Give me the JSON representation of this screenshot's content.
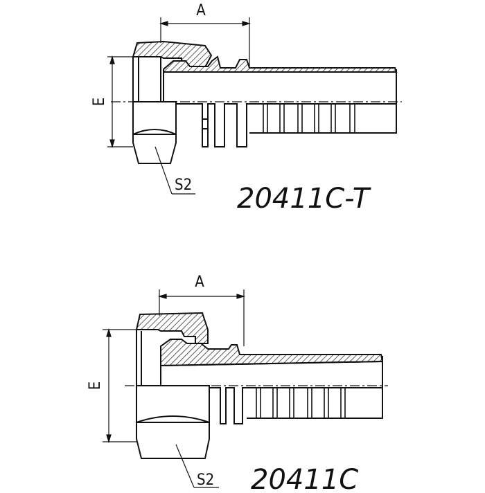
{
  "diagrams": [
    {
      "model": "20411C-T",
      "dimensions": {
        "a": "A",
        "e": "E",
        "s2": "S2"
      }
    },
    {
      "model": "20411C",
      "dimensions": {
        "a": "A",
        "e": "E",
        "s2": "S2"
      }
    }
  ],
  "colors": {
    "line": "#111111",
    "hatch": "#444444",
    "background": "#ffffff"
  }
}
